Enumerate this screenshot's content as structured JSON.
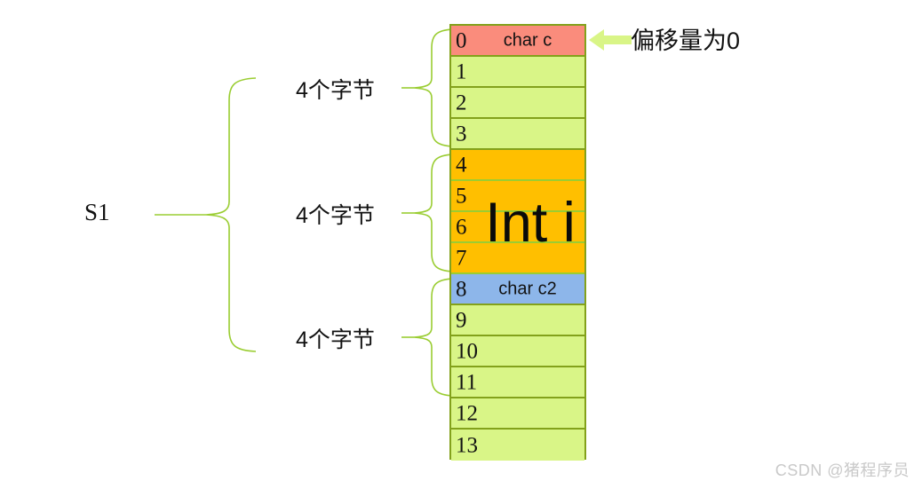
{
  "diagram": {
    "title_label": "S1",
    "offset_note": "偏移量为0",
    "watermark": "CSDN @猪程序员",
    "brace_labels": [
      {
        "text": "4个字节"
      },
      {
        "text": "4个字节"
      },
      {
        "text": "4个字节"
      }
    ],
    "int_field_text": "Int i",
    "colors": {
      "green": "#d9f587",
      "red": "#fa8c7c",
      "orange": "#ffbf00",
      "blue": "#8db6ea",
      "border": "#83a11b",
      "brace": "#9acd32",
      "arrow": "#d9f587"
    },
    "memory_rows": [
      {
        "index": "0",
        "label": "char c",
        "color": "red"
      },
      {
        "index": "1",
        "label": "",
        "color": "green"
      },
      {
        "index": "2",
        "label": "",
        "color": "green"
      },
      {
        "index": "3",
        "label": "",
        "color": "green"
      },
      {
        "index": "4",
        "label": "",
        "color": "orange"
      },
      {
        "index": "5",
        "label": "",
        "color": "orange"
      },
      {
        "index": "6",
        "label": "",
        "color": "orange"
      },
      {
        "index": "7",
        "label": "",
        "color": "orange"
      },
      {
        "index": "8",
        "label": "char c2",
        "color": "blue"
      },
      {
        "index": "9",
        "label": "",
        "color": "green"
      },
      {
        "index": "10",
        "label": "",
        "color": "green"
      },
      {
        "index": "11",
        "label": "",
        "color": "green"
      },
      {
        "index": "12",
        "label": "",
        "color": "green"
      },
      {
        "index": "13",
        "label": "",
        "color": "green"
      }
    ]
  }
}
